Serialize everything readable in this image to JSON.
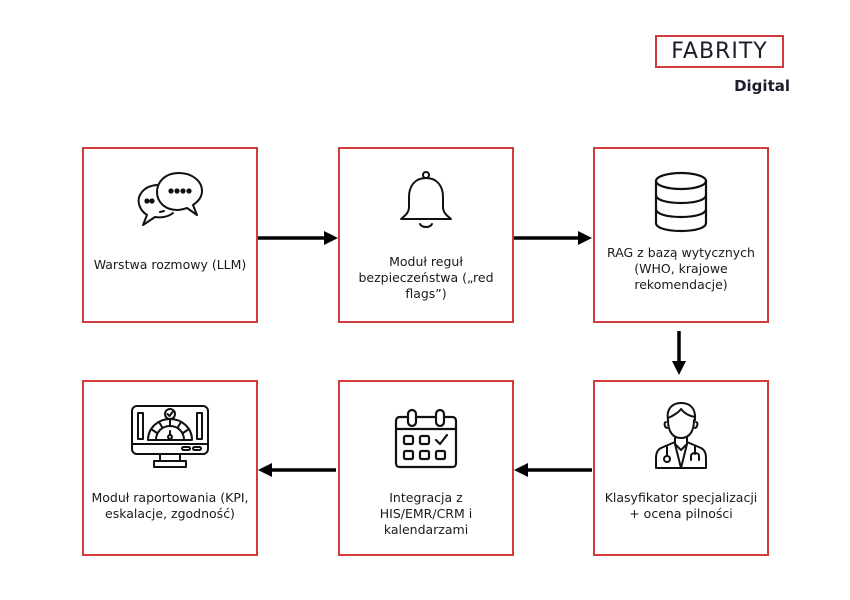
{
  "brand": {
    "name": "FABRITY",
    "sub": "Digital",
    "accent_color": "#d23b3b"
  },
  "nodes": [
    {
      "id": "llm",
      "label": "Warstwa rozmowy (LLM)",
      "icon": "chat-bubbles-icon"
    },
    {
      "id": "redflags",
      "label": "Moduł reguł bezpieczeństwa („red flags”)",
      "icon": "bell-icon"
    },
    {
      "id": "rag",
      "label": "RAG z bazą wytycznych (WHO, krajowe rekomendacje)",
      "icon": "database-icon"
    },
    {
      "id": "classifier",
      "label": "Klasyfikator specjalizacji + ocena pilności",
      "icon": "doctor-icon"
    },
    {
      "id": "integration",
      "label": "Integracja z HIS/EMR/CRM i kalendarzami",
      "icon": "calendar-icon"
    },
    {
      "id": "reporting",
      "label": "Moduł raportowania (KPI, eskalacje, zgodność)",
      "icon": "monitor-dashboard-icon"
    }
  ],
  "edges": [
    {
      "from": "llm",
      "to": "redflags",
      "direction": "right"
    },
    {
      "from": "redflags",
      "to": "rag",
      "direction": "right"
    },
    {
      "from": "rag",
      "to": "classifier",
      "direction": "down"
    },
    {
      "from": "classifier",
      "to": "integration",
      "direction": "left"
    },
    {
      "from": "integration",
      "to": "reporting",
      "direction": "left"
    }
  ]
}
